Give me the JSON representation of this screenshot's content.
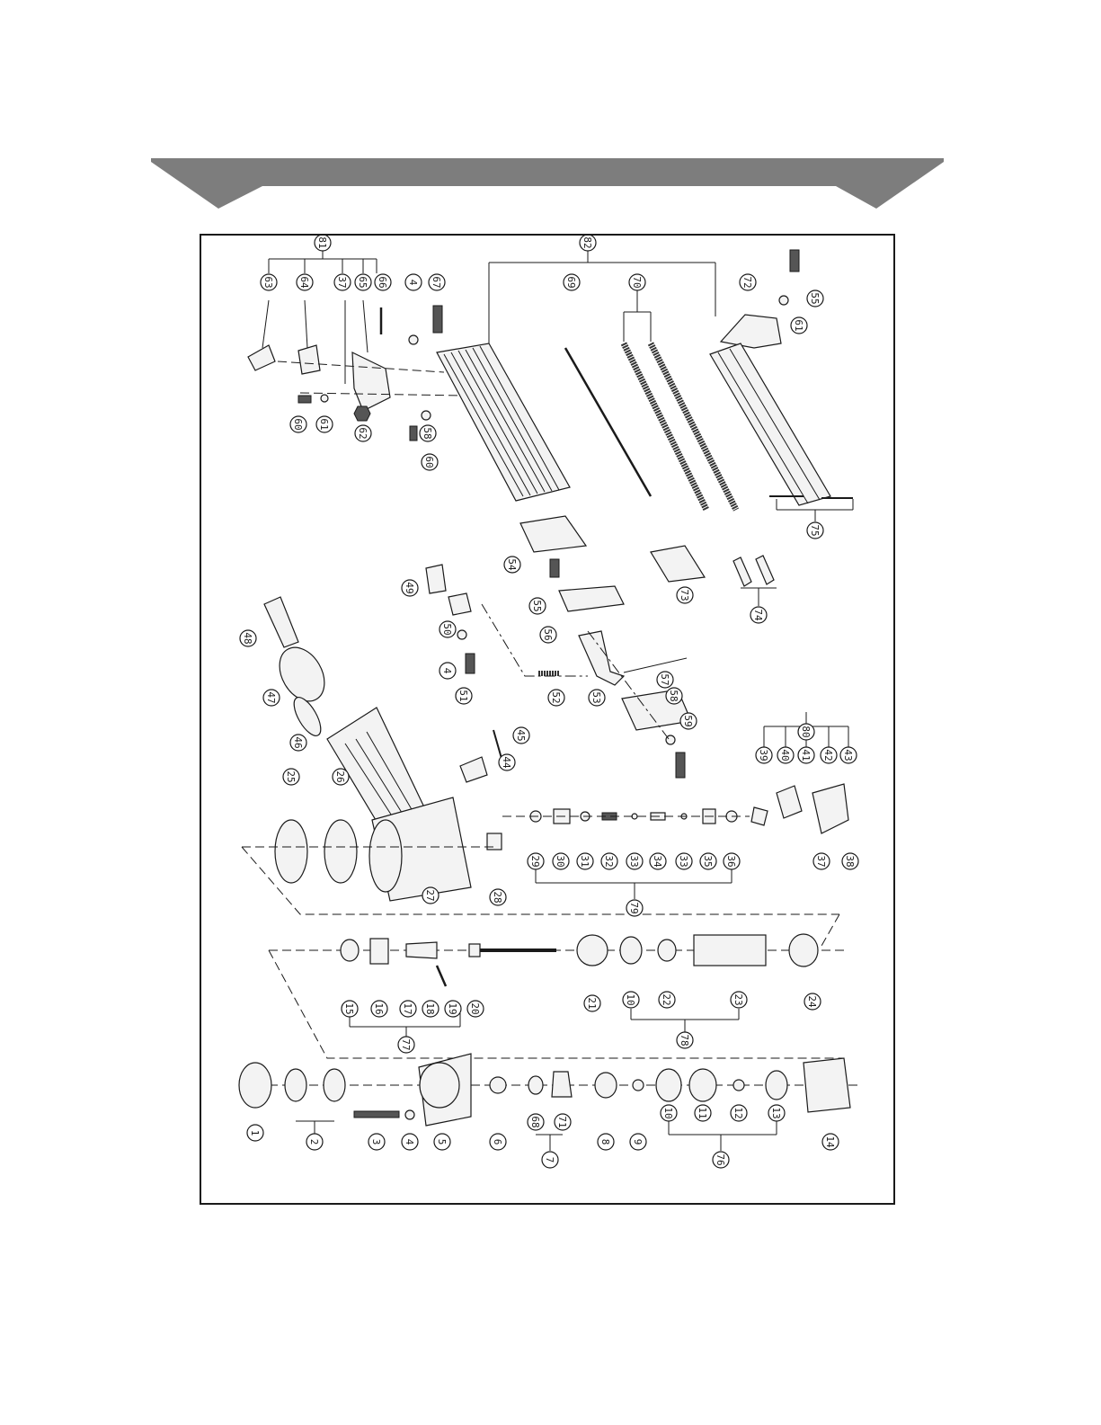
{
  "colors": {
    "banner": "#7d7d7d",
    "line": "#1a1a1a"
  },
  "labels": {
    "p81": "81",
    "p82": "82",
    "p63": "63",
    "p64": "64",
    "p37a": "37",
    "p65": "65",
    "p66": "66",
    "p4a": "4",
    "p67": "67",
    "p69": "69",
    "p70": "70",
    "p72": "72",
    "p55a": "55",
    "p61a": "61",
    "p60a": "60",
    "p61b": "61",
    "p62": "62",
    "p58a": "58",
    "p60b": "60",
    "p75": "75",
    "p54": "54",
    "p55b": "55",
    "p73": "73",
    "p74": "74",
    "p49": "49",
    "p50": "50",
    "p56": "56",
    "p4b": "4",
    "p51": "51",
    "p52": "52",
    "p53": "53",
    "p57": "57",
    "p58b": "58",
    "p59": "59",
    "p48": "48",
    "p47": "47",
    "p46": "46",
    "p45": "45",
    "p44": "44",
    "p80": "80",
    "p39": "39",
    "p40": "40",
    "p41": "41",
    "p42": "42",
    "p43": "43",
    "p25": "25",
    "p26": "26",
    "p29": "29",
    "p30": "30",
    "p31": "31",
    "p32": "32",
    "p33a": "33",
    "p34": "34",
    "p33b": "33",
    "p35": "35",
    "p36": "36",
    "p37b": "37",
    "p38": "38",
    "p27": "27",
    "p28": "28",
    "p79": "79",
    "p15": "15",
    "p16": "16",
    "p17": "17",
    "p18": "18",
    "p19": "19",
    "p20": "20",
    "p21": "21",
    "p10a": "10",
    "p22": "22",
    "p23": "23",
    "p24": "24",
    "p77": "77",
    "p78": "78",
    "p1": "1",
    "p2": "2",
    "p3": "3",
    "p4c": "4",
    "p5": "5",
    "p6": "6",
    "p68": "68",
    "p71": "71",
    "p7": "7",
    "p8": "8",
    "p9": "9",
    "p10b": "10",
    "p11": "11",
    "p12": "12",
    "p13": "13",
    "p14": "14",
    "p76": "76"
  }
}
